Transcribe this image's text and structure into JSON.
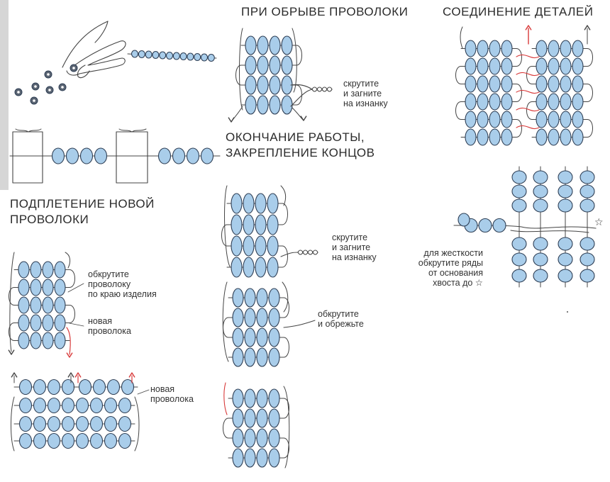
{
  "headings": {
    "wire_break": "ПРИ ОБРЫВЕ ПРОВОЛОКИ",
    "joining": "СОЕДИНЕНИЕ ДЕТАЛЕЙ",
    "finishing": [
      "ОКОНЧАНИЕ РАБОТЫ,",
      "ЗАКРЕПЛЕНИЕ КОНЦОВ"
    ],
    "new_wire": [
      "ПОДПЛЕТЕНИЕ НОВОЙ",
      "ПРОВОЛОКИ"
    ]
  },
  "notes": {
    "twist_fold_1": [
      "скрутите",
      "и загните",
      "на изнанку"
    ],
    "twist_fold_2": [
      "скрутите",
      "и загните",
      "на изнанку"
    ],
    "twist_cut": [
      "обкрутите",
      "и обрежьте"
    ],
    "wrap_edge": [
      "обкрутите",
      "проволоку",
      "по краю изделия"
    ],
    "new_wire_1": [
      "новая",
      "проволока"
    ],
    "new_wire_2": [
      "новая",
      "проволока"
    ],
    "stiffness": [
      "для жесткости",
      "обкрутите ряды",
      "от основания",
      "хвоста до ☆"
    ]
  },
  "colors": {
    "bead_fill": "#a9cdea",
    "bead_stroke": "#2f3f55",
    "wire": "#444444",
    "red_wire": "#d83a3a",
    "dark_bead": "#5b6573"
  }
}
